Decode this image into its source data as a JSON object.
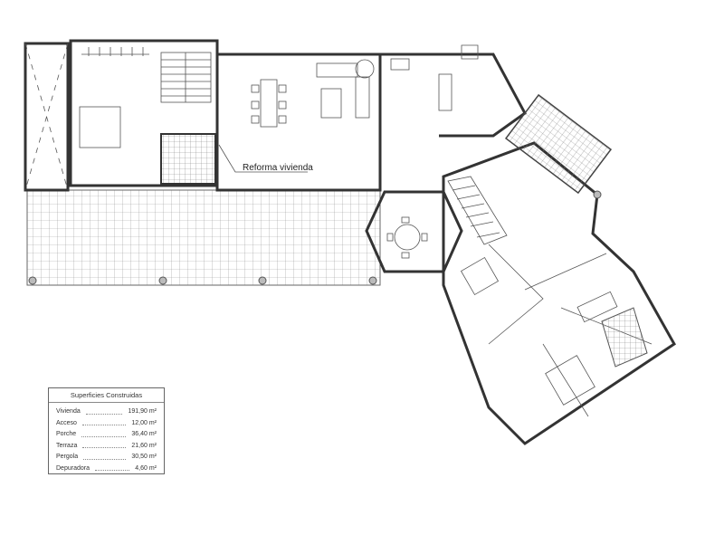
{
  "plan": {
    "annotation": "Reforma vivienda"
  },
  "surfaces_table": {
    "title": "Superficies Construidas",
    "rows": [
      {
        "name": "Vivienda",
        "value": "191,90 m²"
      },
      {
        "name": "Acceso",
        "value": "12,00 m²"
      },
      {
        "name": "Porche",
        "value": "36,40 m²"
      },
      {
        "name": "Terraza",
        "value": "21,60 m²"
      },
      {
        "name": "Pergola",
        "value": "30,50 m²"
      },
      {
        "name": "Depuradora",
        "value": "4,60 m²"
      }
    ]
  }
}
